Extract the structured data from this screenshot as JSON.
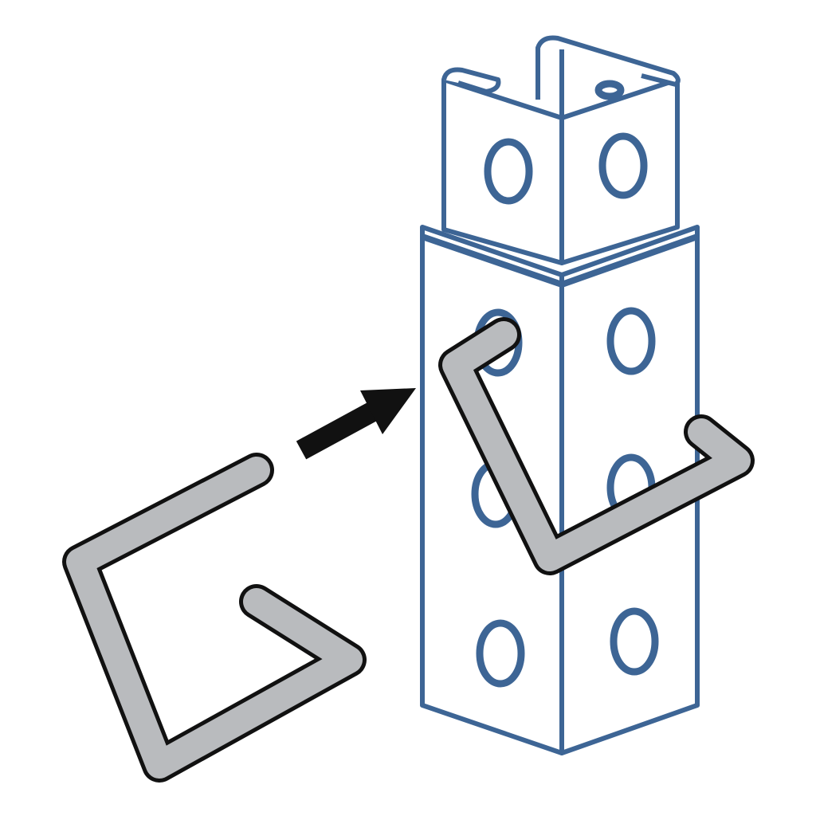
{
  "colors": {
    "upright_blue": "#3d6595",
    "hook_gray": "#b9bbbe",
    "outline_black": "#111111"
  },
  "icons": [
    "upright-post",
    "beam-hook-clip",
    "insert-arrow"
  ]
}
